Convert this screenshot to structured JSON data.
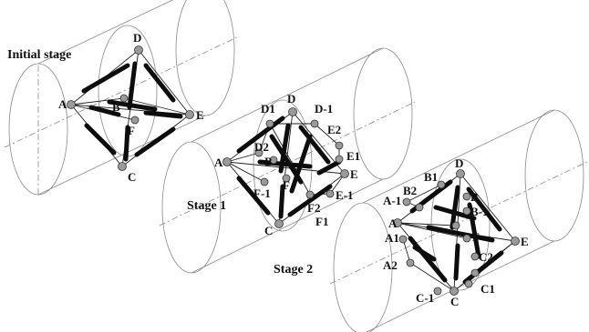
{
  "stages": {
    "initial": {
      "title": "Initial stage",
      "nodes": [
        "A",
        "B",
        "C",
        "D",
        "E",
        "F"
      ]
    },
    "stage1": {
      "title": "Stage 1",
      "nodes": [
        "A",
        "B",
        "C",
        "D",
        "E",
        "F",
        "D1",
        "D-1",
        "D2",
        "E1",
        "E2",
        "E-1",
        "F1",
        "F2",
        "F-1"
      ]
    },
    "stage2": {
      "title": "Stage 2",
      "nodes": [
        "A",
        "B",
        "C",
        "D",
        "E",
        "F",
        "A-1",
        "A1",
        "A2",
        "B1",
        "B2",
        "B-1",
        "C1",
        "C2",
        "C-1"
      ]
    }
  },
  "colors": {
    "cylinder": "#8a8a8a",
    "bar": "#0d0d0d",
    "node": "#9a9a9a"
  }
}
